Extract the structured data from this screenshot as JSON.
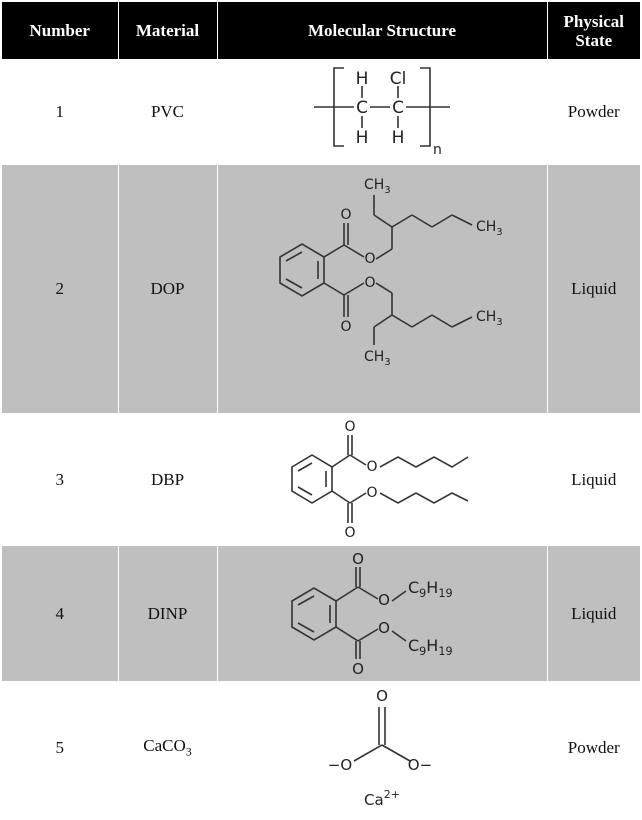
{
  "table": {
    "headers": {
      "number": "Number",
      "material": "Material",
      "structure": "Molecular Structure",
      "state_line1": "Physical",
      "state_line2": "State"
    },
    "rows": [
      {
        "number": "1",
        "material": "PVC",
        "state": "Powder"
      },
      {
        "number": "2",
        "material": "DOP",
        "state": "Liquid"
      },
      {
        "number": "3",
        "material": "DBP",
        "state": "Liquid"
      },
      {
        "number": "4",
        "material": "DINP",
        "state": "Liquid"
      },
      {
        "number": "5",
        "material_main": "CaCO",
        "material_sub": "3",
        "state": "Powder"
      }
    ]
  },
  "structures": {
    "pvc": {
      "h": "H",
      "c": "C",
      "cl": "Cl",
      "n": "n"
    },
    "dop": {
      "o": "O",
      "ch3": "CH",
      "three": "3"
    },
    "dbp": {
      "o": "O"
    },
    "dinp": {
      "o": "O",
      "c9": "C",
      "nine": "9",
      "h": "H",
      "nineteen": "19"
    },
    "caco3": {
      "o": "O",
      "minus": "−",
      "ca": "Ca",
      "charge": "2+"
    }
  },
  "colors": {
    "header_bg": "#000000",
    "row_grey": "#bfbfbf",
    "row_white": "#ffffff"
  }
}
